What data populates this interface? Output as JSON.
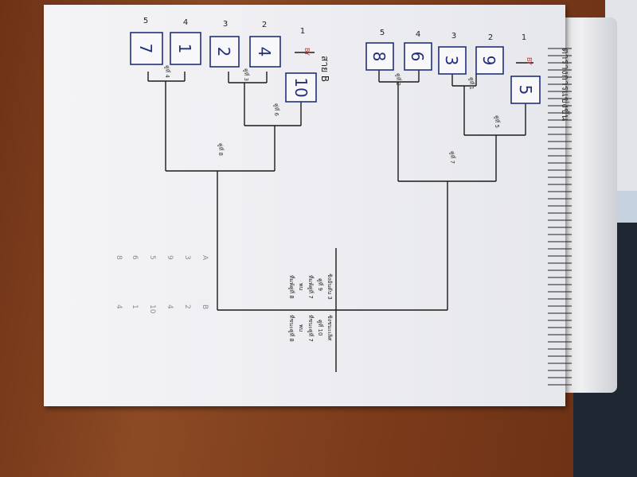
{
  "photo": {
    "pool_label": "สาย B",
    "bye_label": "BY",
    "pool_a_boxes": [
      "5",
      "9",
      "3",
      "6",
      "8"
    ],
    "pool_b_boxes": [
      "10",
      "4",
      "2",
      "1",
      "7"
    ],
    "seed_numbers": [
      "1",
      "2",
      "3",
      "4",
      "5"
    ],
    "match_labels_a": [
      "คู่ที่ 1",
      "คู่ที่ 5",
      "คู่ที่ 2",
      "คู่ที่ 7"
    ],
    "match_labels_b": [
      "คู่ที่ 4",
      "คู่ที่ 3",
      "คู่ที่ 6",
      "คู่ที่ 8"
    ],
    "final_block": {
      "left_col": [
        "ชิงอันดับ 3",
        "คู่ที่ 9",
        "ที่แพ้คู่ที่ 7",
        "พบ",
        "ที่แพ้คู่ที่ 8"
      ],
      "right_col": [
        "ชิงชนะเลิศ",
        "คู่ที่ 10",
        "ที่ชนะคู่ที่ 7",
        "พบ",
        "ที่ชนะคู่ที่ 8"
      ]
    },
    "pencil_notes": {
      "col_a": [
        "A",
        "3",
        "9",
        "5",
        "6",
        "8"
      ],
      "col_b": [
        "B",
        "2",
        "4",
        "10",
        "1",
        "4"
      ]
    },
    "roll_heading": "ตารางการแข่งขัน"
  }
}
